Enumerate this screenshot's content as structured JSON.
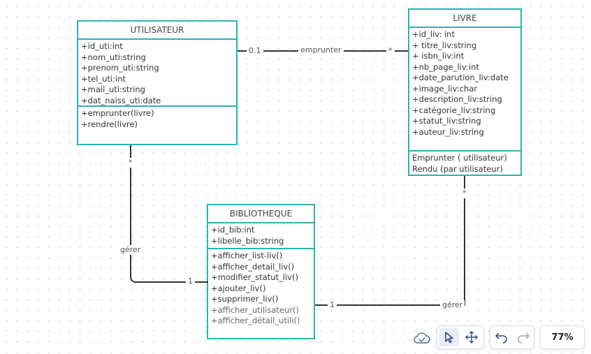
{
  "classes": {
    "utilisateur": {
      "title": "UTILISATEUR",
      "attributes": [
        "+id_uti:int",
        "+nom_uti:string",
        "+prenom_uti:string",
        "+tel_uti:int",
        "+mail_uti:string",
        "+dat_naiss_uti:date"
      ],
      "methods": [
        "+emprunter(livre)",
        "+rendre(livre)"
      ]
    },
    "livre": {
      "title": "LIVRE",
      "attributes": [
        "+id_liv: int",
        "+ titre_liv:string",
        "+ isbn_liv:int",
        "+nb_page_liv:int",
        "+date_parution_liv:date",
        "+image_liv:char",
        "+description_liv:string",
        "+catégorie_liv:string",
        "+statut_liv:string",
        "+auteur_liv:string"
      ],
      "methods": [
        "Emprunter ( utilisateur)",
        "Rendu (par utilisateur)"
      ]
    },
    "bibliotheque": {
      "title": "BIBLIOTHEQUE",
      "attributes": [
        "+id_bib:int",
        "+libelle_bib:string"
      ],
      "methods": [
        "+afficher_list-liv()",
        "+afficher_detail_liv()",
        "+modifier_statut_liv()",
        "+ajouter_liv()",
        "+supprimer_liv()",
        "+afficher_utilisateur()",
        "+afficher_détail_utili()"
      ]
    }
  },
  "associations": {
    "emprunter": {
      "label": "emprunter",
      "source_mult": "0.1",
      "target_mult": "*"
    },
    "gerer_utilisateur": {
      "label": "gérer",
      "source_mult": "*",
      "target_mult": "1"
    },
    "gerer_livre": {
      "label": "gérer",
      "source_mult": "*",
      "target_mult": "1"
    }
  },
  "toolbar": {
    "cloud_icon": "cloud-icon",
    "select_icon": "cursor-icon",
    "pan_icon": "move-icon",
    "undo_icon": "undo-icon",
    "redo_icon": "redo-icon",
    "zoom": "77%"
  },
  "colors": {
    "box_border": "#2ab3b3",
    "connector": "#333333",
    "active_tool_bg": "#e6edf7"
  }
}
